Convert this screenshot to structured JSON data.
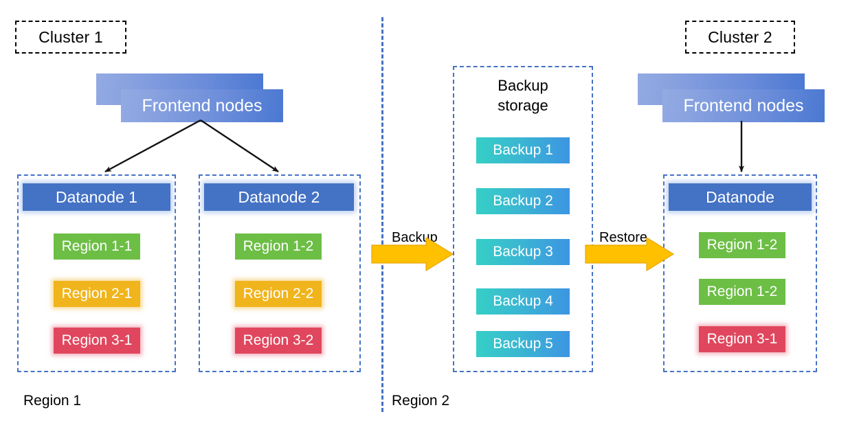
{
  "diagram": {
    "title_boxes": [
      {
        "label": "Cluster 1"
      },
      {
        "label": "Cluster 2"
      }
    ],
    "region_labels": [
      {
        "label": "Region 1"
      },
      {
        "label": "Region 2"
      }
    ],
    "flow_labels": [
      {
        "label": "Backup"
      },
      {
        "label": "Restore"
      }
    ],
    "cluster1": {
      "frontend": {
        "label": "Frontend nodes"
      },
      "datanodes": [
        {
          "title": "Datanode 1",
          "regions": [
            {
              "label": "Region 1-1",
              "color": "#6CBE45"
            },
            {
              "label": "Region 2-1",
              "color": "#F0B41C"
            },
            {
              "label": "Region 3-1",
              "color": "#E0475E"
            }
          ]
        },
        {
          "title": "Datanode 2",
          "regions": [
            {
              "label": "Region 1-2",
              "color": "#6CBE45"
            },
            {
              "label": "Region 2-2",
              "color": "#F0B41C"
            },
            {
              "label": "Region 3-2",
              "color": "#E0475E"
            }
          ]
        }
      ]
    },
    "backup_storage": {
      "title_line1": "Backup",
      "title_line2": "storage",
      "items": [
        {
          "label": "Backup 1"
        },
        {
          "label": "Backup 2"
        },
        {
          "label": "Backup 3"
        },
        {
          "label": "Backup 4"
        },
        {
          "label": "Backup 5"
        }
      ]
    },
    "cluster2": {
      "frontend": {
        "label": "Frontend nodes"
      },
      "datanodes": [
        {
          "title": "Datanode",
          "regions": [
            {
              "label": "Region 1-2",
              "color": "#6CBE45"
            },
            {
              "label": "Region 1-2",
              "color": "#6CBE45"
            },
            {
              "label": "Region 3-1",
              "color": "#E0475E"
            }
          ]
        }
      ]
    },
    "colors": {
      "datanode_blue": "#4472C4",
      "dashed_blue": "#4472C4",
      "arrow_yellow": "#FFC000",
      "arrow_black": "#1A1A1A",
      "region_green": "#6CBE45",
      "region_yellow": "#F0B41C",
      "region_red": "#E0475E",
      "backup_gradient_from": "#35CFC6",
      "backup_gradient_to": "#3C95E2",
      "frontend_gradient_from": "#93AAE3",
      "frontend_gradient_to": "#4A78D2"
    }
  }
}
